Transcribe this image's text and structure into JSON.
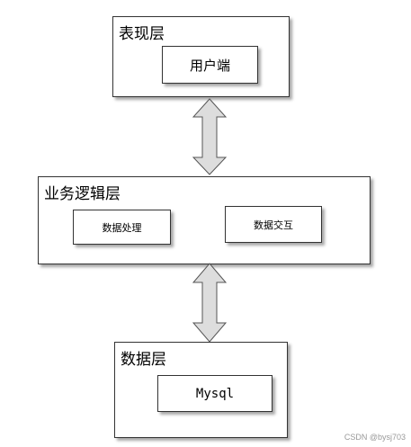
{
  "diagram": {
    "layers": [
      {
        "title": "表现层",
        "boxes": [
          "用户端"
        ]
      },
      {
        "title": "业务逻辑层",
        "boxes": [
          "数据处理",
          "数据交互"
        ]
      },
      {
        "title": "数据层",
        "boxes": [
          "Mysql"
        ]
      }
    ],
    "connectors": [
      {
        "from": "表现层",
        "to": "业务逻辑层",
        "type": "double-arrow"
      },
      {
        "from": "业务逻辑层",
        "to": "数据层",
        "type": "double-arrow"
      }
    ],
    "colors": {
      "border": "#333333",
      "arrow_fill": "#dddddd",
      "watermark": "#999999"
    }
  },
  "watermark": "CSDN @bysj703"
}
